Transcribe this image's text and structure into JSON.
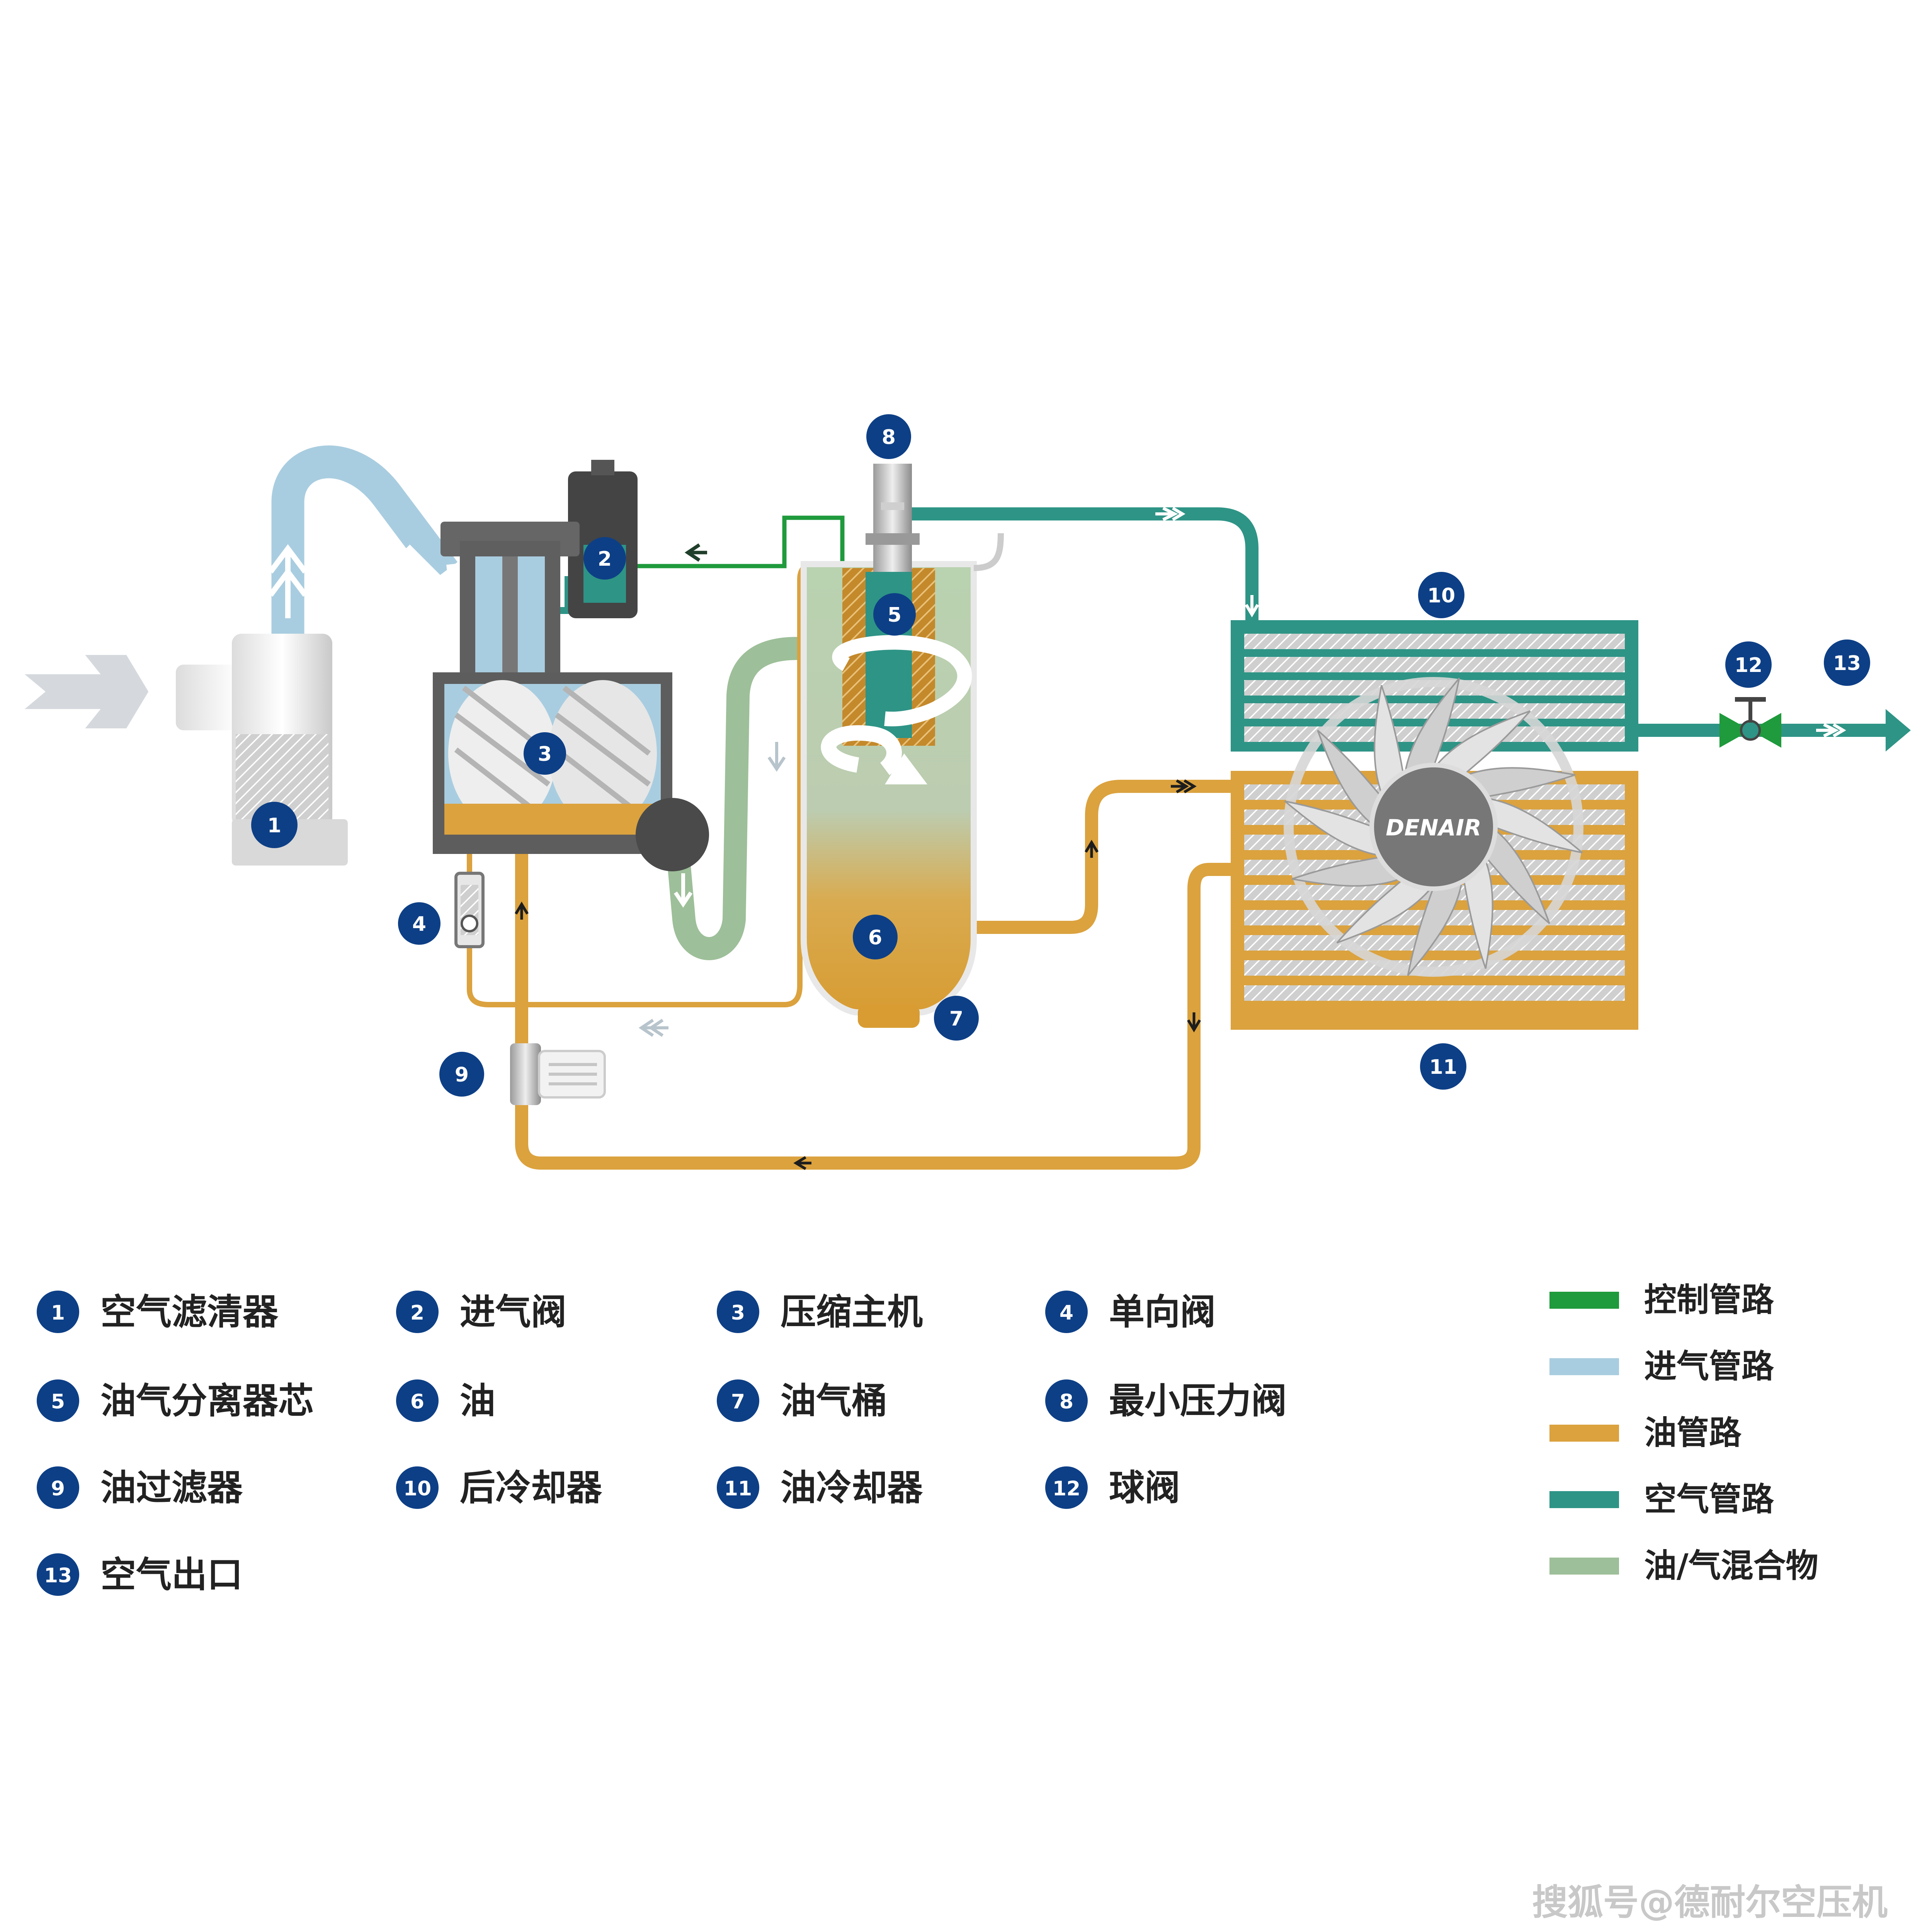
{
  "colors": {
    "control": "#1f9a3c",
    "intake": "#a9cde0",
    "oil": "#dba23e",
    "air": "#2e9486",
    "mixture": "#9dbf99",
    "badge": "#0d3f86",
    "machine": "#5d5d5d"
  },
  "callouts": [
    "1",
    "2",
    "3",
    "4",
    "5",
    "6",
    "7",
    "8",
    "9",
    "10",
    "11",
    "12",
    "13"
  ],
  "components": [
    {
      "num": "1",
      "label": "空气滤清器"
    },
    {
      "num": "2",
      "label": "进气阀"
    },
    {
      "num": "3",
      "label": "压缩主机"
    },
    {
      "num": "4",
      "label": "单向阀"
    },
    {
      "num": "5",
      "label": "油气分离器芯"
    },
    {
      "num": "6",
      "label": "油"
    },
    {
      "num": "7",
      "label": "油气桶"
    },
    {
      "num": "8",
      "label": "最小压力阀"
    },
    {
      "num": "9",
      "label": "油过滤器"
    },
    {
      "num": "10",
      "label": "后冷却器"
    },
    {
      "num": "11",
      "label": "油冷却器"
    },
    {
      "num": "12",
      "label": "球阀"
    },
    {
      "num": "13",
      "label": "空气出口"
    }
  ],
  "line_legend": [
    {
      "label": "控制管路",
      "color": "#1f9a3c"
    },
    {
      "label": "进气管路",
      "color": "#a9cde0"
    },
    {
      "label": "油管路",
      "color": "#dba23e"
    },
    {
      "label": "空气管路",
      "color": "#2e9486"
    },
    {
      "label": "油/气混合物",
      "color": "#9dbf99"
    }
  ],
  "fan_logo": "DENAIR",
  "watermark": "搜狐号@德耐尔空压机"
}
